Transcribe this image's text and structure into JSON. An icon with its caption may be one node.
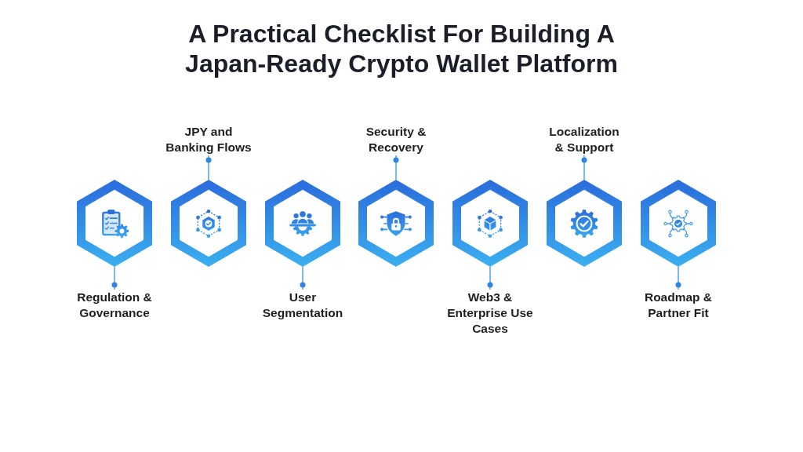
{
  "diagram": {
    "title": "A Practical Checklist For Building A Japan-Ready Crypto Wallet Platform",
    "nodes": [
      {
        "text": [
          "Regulation & Governance"
        ]
      },
      {
        "text": [],
        "shape": "hexagon"
      },
      {
        "text": [
          "JPY and Banking Flows"
        ]
      },
      {
        "text": [],
        "shape": "hexagon"
      },
      {
        "text": [
          "User Segmentation"
        ]
      },
      {
        "text": [],
        "shape": "hexagon"
      },
      {
        "text": [
          "Security & Recovery"
        ]
      },
      {
        "text": [],
        "shape": "hexagon"
      },
      {
        "text": [
          "Web3 & Enterprise Use Cases"
        ]
      },
      {
        "text": [],
        "shape": "hexagon"
      },
      {
        "text": [
          "Localization & Support"
        ]
      },
      {
        "text": [],
        "shape": "hexagon"
      },
      {
        "text": [
          "Roadmap & Partner Fit"
        ]
      },
      {
        "text": [],
        "shape": "hexagon"
      }
    ],
    "edges": [
      {
        "from": 0,
        "to": 1,
        "arrow": "other"
      },
      {
        "from": 2,
        "to": 3,
        "arrow": "other"
      },
      {
        "from": 4,
        "to": 5,
        "arrow": "other"
      },
      {
        "from": 6,
        "to": 7,
        "arrow": "other"
      },
      {
        "from": 8,
        "to": 9,
        "arrow": "other"
      },
      {
        "from": 10,
        "to": 11,
        "arrow": "other"
      },
      {
        "from": 12,
        "to": 13,
        "arrow": "other"
      }
    ]
  }
}
